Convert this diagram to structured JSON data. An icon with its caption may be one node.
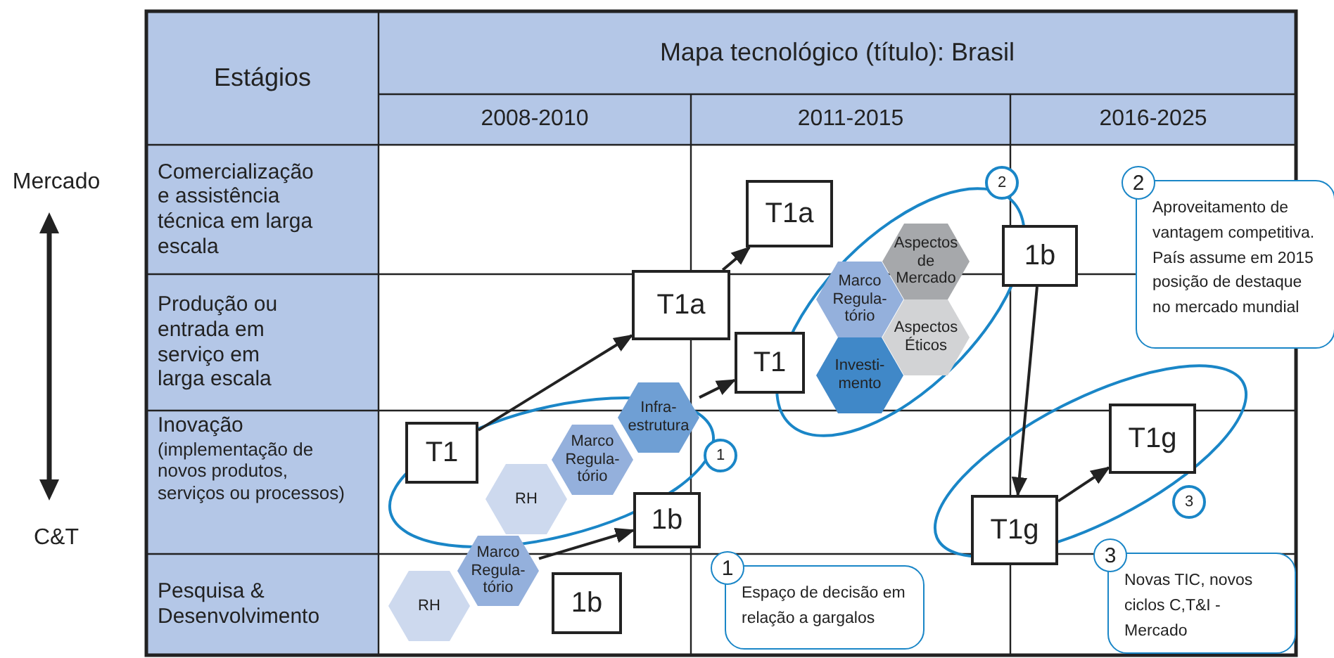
{
  "diagram": {
    "title": "Mapa tecnológico (título): Brasil",
    "nodes": [
      {
        "text": [
          "T1a"
        ]
      },
      {
        "text": [
          "2"
        ]
      },
      {
        "text": [
          "2",
          "Aproveitamento de vantagem competitiva. País assume em 2015 posição de destaque no mercado mundial"
        ]
      },
      {
        "text": [
          "Aspectos de Mercado"
        ]
      },
      {
        "text": [
          "1b"
        ]
      },
      {
        "text": [
          "T1a"
        ]
      },
      {
        "text": [
          "Marco Regula- tório"
        ]
      },
      {
        "text": [
          "T1"
        ]
      },
      {
        "text": [
          "Aspectos Éticos"
        ]
      },
      {
        "text": [
          "Investi- mento"
        ]
      },
      {
        "text": [
          "Infra- estrutura"
        ]
      },
      {
        "text": [
          "T1"
        ]
      },
      {
        "text": [
          "Marco Regula- tório"
        ]
      },
      {
        "text": [
          "RH"
        ]
      },
      {
        "text": [
          "1b"
        ]
      },
      {
        "text": [
          "1"
        ]
      },
      {
        "text": [
          "T1g"
        ]
      },
      {
        "text": [
          "3"
        ]
      },
      {
        "text": [
          "T1g"
        ]
      },
      {
        "text": [
          "Marco Regula- tório"
        ]
      },
      {
        "text": [
          "RH"
        ]
      },
      {
        "text": [
          "1b"
        ]
      },
      {
        "text": [
          "1",
          "Espaço de decisão em relação a gargalos"
        ]
      },
      {
        "text": [
          "3",
          "Novas TIC, novos ciclos C,T&I - Mercado"
        ]
      }
    ],
    "edges": [
      {
        "from": 11,
        "to": 5,
        "arrow": "to"
      },
      {
        "from": 5,
        "to": 0,
        "arrow": "to"
      },
      {
        "from": 19,
        "to": 14,
        "arrow": "to"
      },
      {
        "from": 10,
        "to": 7,
        "arrow": "to"
      },
      {
        "from": 4,
        "to": 18,
        "arrow": "to"
      },
      {
        "from": 18,
        "to": 16,
        "arrow": "to"
      }
    ],
    "labels": [
      "Estágios",
      "2008-2010",
      "2011-2015",
      "2016-2025",
      "Mercado",
      "Comercialização e assistência técnica em larga escala",
      "Produção ou entrada em serviço em larga escala",
      "Inovação",
      "(implementação de novos produtos, serviços ou processos)",
      "C&T",
      "Pesquisa & Desenvolvimento"
    ]
  }
}
